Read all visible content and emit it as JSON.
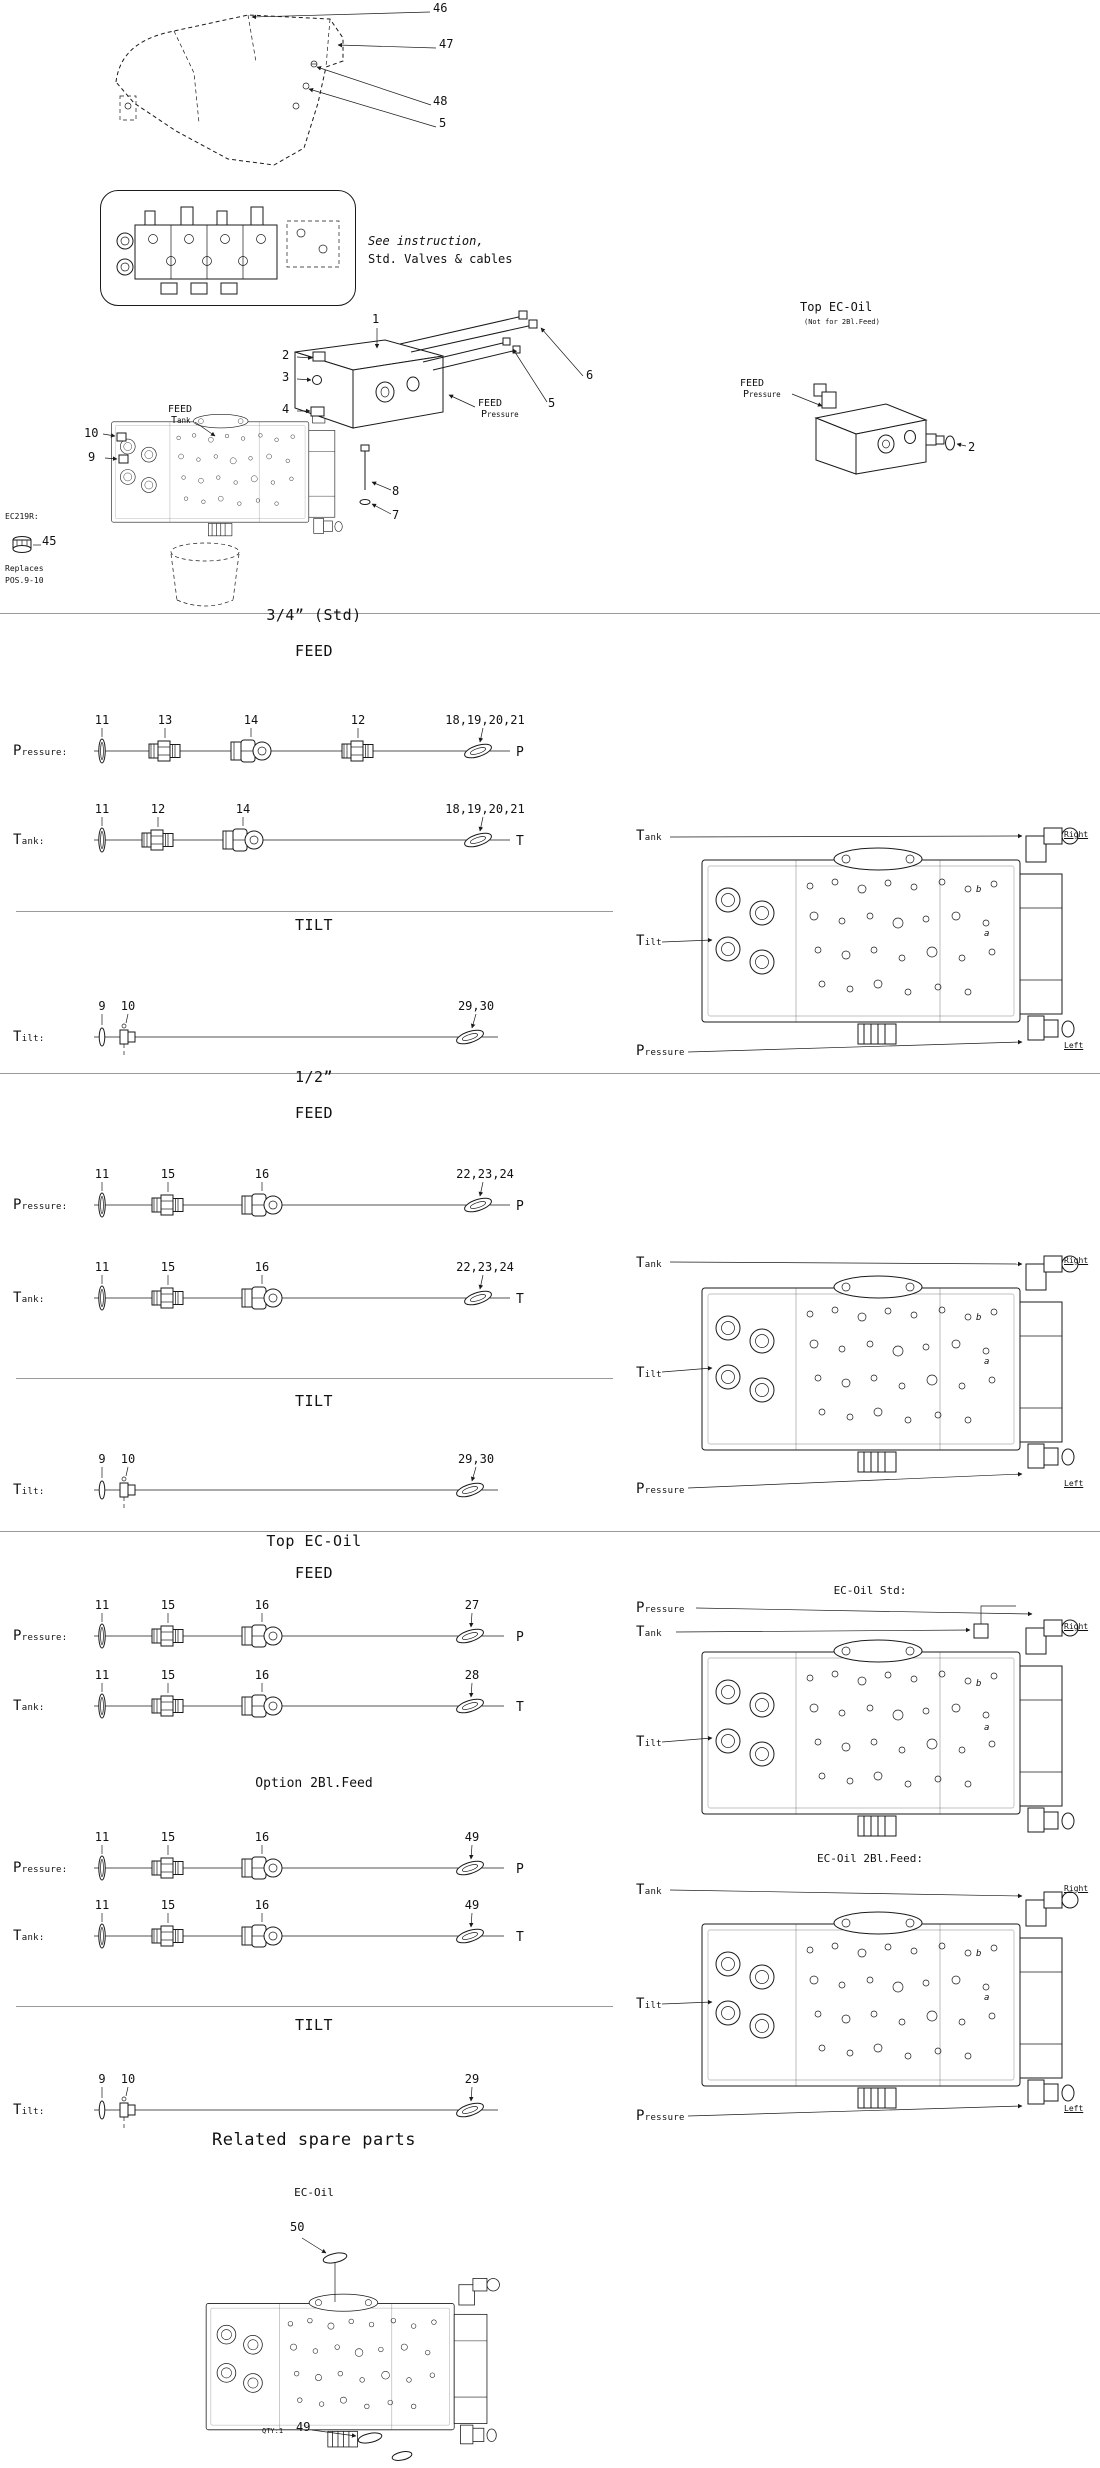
{
  "colors": {
    "ink": "#111111",
    "divider": "#9a9a9a"
  },
  "top": {
    "cover": {
      "c46": "46",
      "c47": "47",
      "c48": "48",
      "c5": "5"
    },
    "instruction": {
      "line1": "See instruction,",
      "line2": "Std. Valves & cables"
    },
    "main": {
      "c1": "1",
      "c2": "2",
      "c3": "3",
      "c4": "4",
      "c5": "5",
      "c6": "6",
      "c7": "7",
      "c8": "8",
      "c9": "9",
      "c10": "10",
      "feed_tank": {
        "feed": "FEED",
        "port": "Tank"
      },
      "feed_pressure": {
        "feed": "FEED",
        "port": "Pressure"
      }
    },
    "ec219r": {
      "code": "EC219R:",
      "num": "45",
      "line1": "Replaces",
      "line2": "POS.9-10"
    },
    "top_ec_oil": {
      "title": "Top EC-Oil",
      "subtitle": "(Not for 2Bl.Feed)",
      "feed": "FEED",
      "port": "Pressure",
      "c2": "2"
    }
  },
  "s34": {
    "title": "3/4” (Std)",
    "feed_heading": "FEED",
    "tilt_heading": "TILT",
    "rows": {
      "pressure": {
        "label": "Pressure:",
        "c": [
          "11",
          "13",
          "14",
          "12",
          "18,19,20,21"
        ],
        "end": "P"
      },
      "tank": {
        "label": "Tank:",
        "c": [
          "11",
          "12",
          "14",
          "18,19,20,21"
        ],
        "end": "T"
      },
      "tilt": {
        "label": "Tilt:",
        "c": [
          "9",
          "10",
          "29,30"
        ]
      }
    },
    "diagram": {
      "tank": "Tank",
      "tilt": "Tilt",
      "pressure": "Pressure",
      "right": "Right",
      "left": "Left",
      "port_a": "a",
      "port_b": "b"
    }
  },
  "s12": {
    "title": "1/2”",
    "feed_heading": "FEED",
    "tilt_heading": "TILT",
    "rows": {
      "pressure": {
        "label": "Pressure:",
        "c": [
          "11",
          "15",
          "16",
          "22,23,24"
        ],
        "end": "P"
      },
      "tank": {
        "label": "Tank:",
        "c": [
          "11",
          "15",
          "16",
          "22,23,24"
        ],
        "end": "T"
      },
      "tilt": {
        "label": "Tilt:",
        "c": [
          "9",
          "10",
          "29,30"
        ]
      }
    },
    "diagram": {
      "tank": "Tank",
      "tilt": "Tilt",
      "pressure": "Pressure",
      "right": "Right",
      "left": "Left",
      "port_a": "a",
      "port_b": "b"
    }
  },
  "stop": {
    "title": "Top EC-Oil",
    "feed_heading": "FEED",
    "option_heading": "Option 2Bl.Feed",
    "tilt_heading": "TILT",
    "rows": {
      "pressure": {
        "label": "Pressure:",
        "c": [
          "11",
          "15",
          "16",
          "27"
        ],
        "end": "P"
      },
      "tank": {
        "label": "Tank:",
        "c": [
          "11",
          "15",
          "16",
          "28"
        ],
        "end": "T"
      },
      "pressure2": {
        "label": "Pressure:",
        "c": [
          "11",
          "15",
          "16",
          "49"
        ],
        "end": "P"
      },
      "tank2": {
        "label": "Tank:",
        "c": [
          "11",
          "15",
          "16",
          "49"
        ],
        "end": "T"
      },
      "tilt": {
        "label": "Tilt:",
        "c": [
          "9",
          "10",
          "29"
        ]
      }
    },
    "diagram_std": {
      "caption": "EC-Oil Std:",
      "pressure": "Pressure",
      "tank": "Tank",
      "tilt": "Tilt",
      "right": "Right",
      "port_a": "a",
      "port_b": "b"
    },
    "diagram_2bl": {
      "caption": "EC-Oil 2Bl.Feed:",
      "tank": "Tank",
      "tilt": "Tilt",
      "pressure": "Pressure",
      "right": "Right",
      "left": "Left",
      "port_a": "a",
      "port_b": "b"
    }
  },
  "related": {
    "title": "Related spare parts",
    "subtitle": "EC-Oil",
    "c50": "50",
    "qty": "QTY:1",
    "c49": "49"
  }
}
